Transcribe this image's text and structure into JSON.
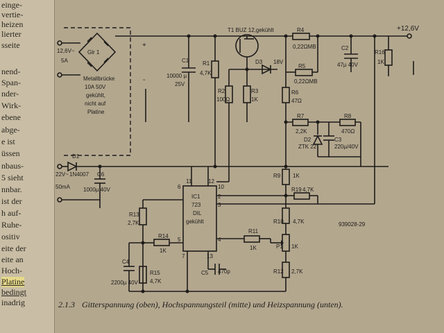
{
  "left_text": [
    "einge-",
    "vertie-",
    "heizen",
    "lierter",
    "sseite",
    "",
    "nend-",
    "Span-",
    "nder-",
    "Wirk-",
    "ebene",
    "abge-",
    "e ist",
    "üssen",
    "nbaus-",
    "5 sieht",
    "nnbar.",
    "ist der",
    "h auf-",
    "Ruhe-",
    "ositiv",
    "eite der",
    "eite an",
    "Hoch-",
    "Platine",
    "bedingt",
    "inadrig"
  ],
  "labels": {
    "in_ac": "12,6V~",
    "in_amp": "5A",
    "bridge": "Glr 1",
    "bridge_note": [
      "Metallbrücke",
      "10A 50V",
      "gekühlt,",
      "nicht auf",
      "Platine"
    ],
    "plus": "+",
    "minus": "-",
    "c1": "C1",
    "c1_val": "10000 µ",
    "c1_v": "25V",
    "r1": "R1",
    "r1_val": "4,7K",
    "t1": "T1 BUZ 12,gekühlt",
    "r4": "R4",
    "r4_val": "0,22ΩMB",
    "r5": "R5",
    "r5_val": "0,22ΩMB",
    "d3": "D3",
    "d3_val": "18V",
    "r2": "R2",
    "r2_val": "100Ω",
    "r3": "R3",
    "r3_val": "1K",
    "r6": "R6",
    "r6_val": "47Ω",
    "c2": "C2",
    "c2_val": "47µ 40V",
    "r16": "R16",
    "r16_val": "1K",
    "out": "+12,6V",
    "r7": "R7",
    "r7_val": "2,2K",
    "r8": "R8",
    "r8_val": "470Ω",
    "d2": "D2",
    "d2_val": "ZTK 22",
    "c3": "C3",
    "c3_val": "220µ/40V",
    "d1": "D1",
    "d1_val": "1N4007",
    "in2_v": "22V~",
    "in2_a": "50mA",
    "c6": "C6",
    "c6_val": "1000µ 40V",
    "r9": "R9",
    "r9_val": "1K",
    "r19": "R19",
    "r19_val": "4,7K",
    "ic": [
      "IC1",
      "723",
      "DIL",
      "gekühlt"
    ],
    "pins": [
      "11",
      "12",
      "6",
      "10",
      "2",
      "3",
      "5",
      "4",
      "7",
      "13"
    ],
    "r13": "R13",
    "r13_val": "2,7K",
    "r14": "R14",
    "r14_val": "1K",
    "r10": "R10",
    "r10_val": "4,7K",
    "r11": "R11",
    "r11_val": "1K",
    "p1": "P1",
    "p1_val": "1K",
    "r12": "R12",
    "r12_val": "2,7K",
    "c4": "C4",
    "c4_val": "2200µ 40V",
    "r15": "R15",
    "r15_val": "4,7K",
    "c5": "C5",
    "c5_val": "470p",
    "ref": "939028-29",
    "caption_num": "2.1.3",
    "caption": "Gitterspannung (oben), Hochspannungsteil (mitte) und Heizspannung (unten)."
  }
}
